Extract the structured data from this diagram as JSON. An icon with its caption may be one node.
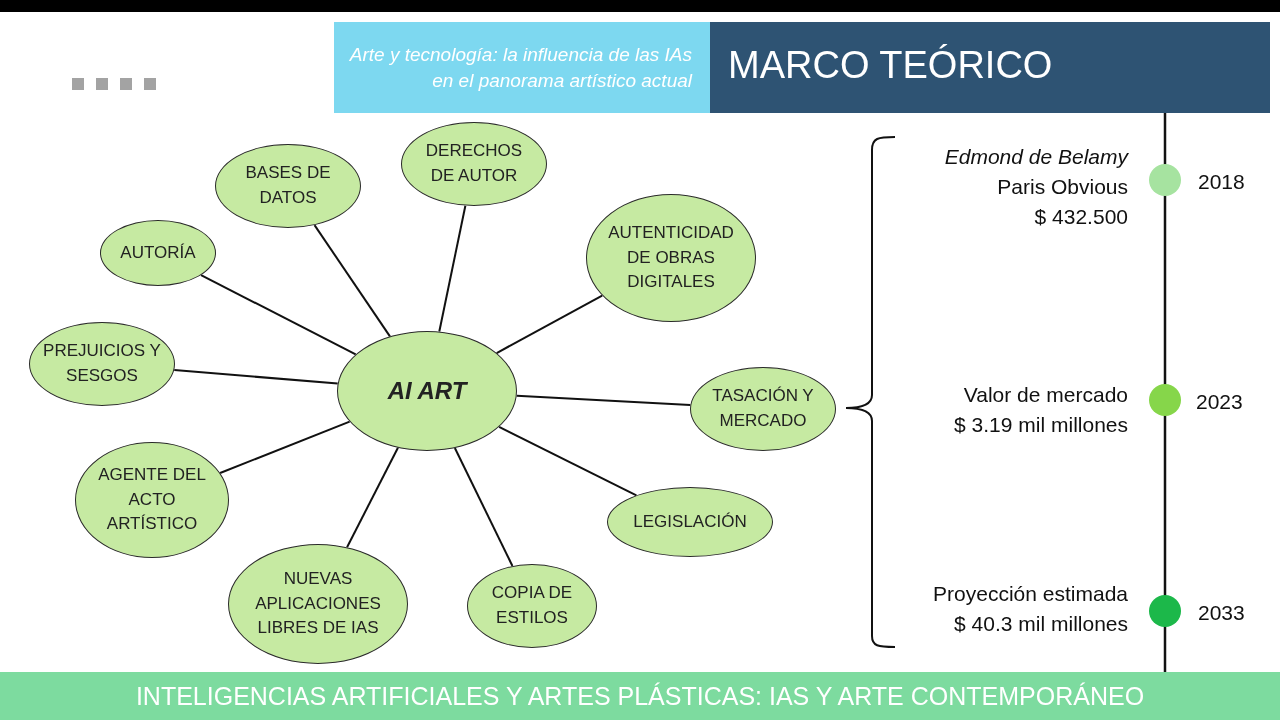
{
  "diagram": {
    "title": "MARCO TEÓRICO",
    "caption": "INTELIGENCIAS ARTIFICIALES Y ARTES PLÁSTICAS: IAS Y ARTE CONTEMPORÁNEO",
    "nodes": [
      {
        "text": [
          "AI ART"
        ]
      },
      {
        "text": [
          "DERECHOS DE AUTOR"
        ]
      },
      {
        "text": [
          "BASES DE DATOS"
        ]
      },
      {
        "text": [
          "AUTORÍA"
        ]
      },
      {
        "text": [
          "AUTENTICIDAD DE OBRAS DIGITALES"
        ]
      },
      {
        "text": [
          "PREJUICIOS Y SESGOS"
        ]
      },
      {
        "text": [
          "TASACIÓN Y MERCADO"
        ]
      },
      {
        "text": [
          "AGENTE DEL ACTO ARTÍSTICO"
        ]
      },
      {
        "text": [
          "LEGISLACIÓN"
        ]
      },
      {
        "text": [
          "NUEVAS APLICACIONES LIBRES DE IAS"
        ]
      },
      {
        "text": [
          "COPIA DE ESTILOS"
        ]
      }
    ],
    "edges": [
      {
        "from": 0,
        "to": 1,
        "arrow": "none"
      },
      {
        "from": 0,
        "to": 2,
        "arrow": "none"
      },
      {
        "from": 0,
        "to": 3,
        "arrow": "none"
      },
      {
        "from": 0,
        "to": 4,
        "arrow": "none"
      },
      {
        "from": 0,
        "to": 5,
        "arrow": "none"
      },
      {
        "from": 0,
        "to": 6,
        "arrow": "none"
      },
      {
        "from": 0,
        "to": 7,
        "arrow": "none"
      },
      {
        "from": 0,
        "to": 8,
        "arrow": "none"
      },
      {
        "from": 0,
        "to": 9,
        "arrow": "none"
      },
      {
        "from": 0,
        "to": 10,
        "arrow": "none"
      }
    ],
    "labels": [
      "Arte y tecnología: la influencia de las IAs en el panorama artístico actual",
      "Edmond de Belamy",
      "Paris Obvious",
      "$ 432.500",
      "2018",
      "Valor de mercado",
      "$ 3.19 mil millones",
      "2023",
      "Proyección estimada",
      "$ 40.3 mil millones",
      "2033"
    ]
  }
}
